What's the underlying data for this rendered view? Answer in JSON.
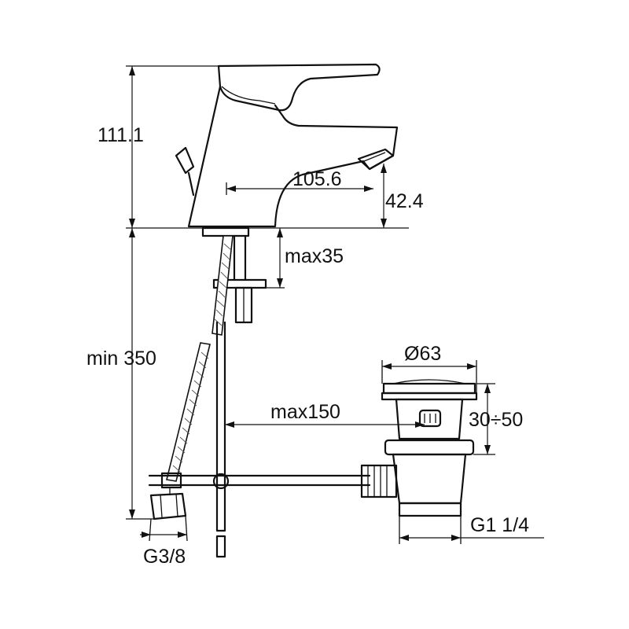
{
  "dimensions": {
    "height_total": "111.1",
    "spout_reach": "105.6",
    "spout_height": "42.4",
    "max_deck_thickness": "max35",
    "min_hose_length": "min 350",
    "max_rod_distance": "max150",
    "drain_diameter": "Ø63",
    "drain_adjust_range": "30÷50",
    "hose_thread": "G3/8",
    "drain_thread": "G1 1/4"
  },
  "colors": {
    "line": "#111111",
    "background": "#ffffff"
  }
}
